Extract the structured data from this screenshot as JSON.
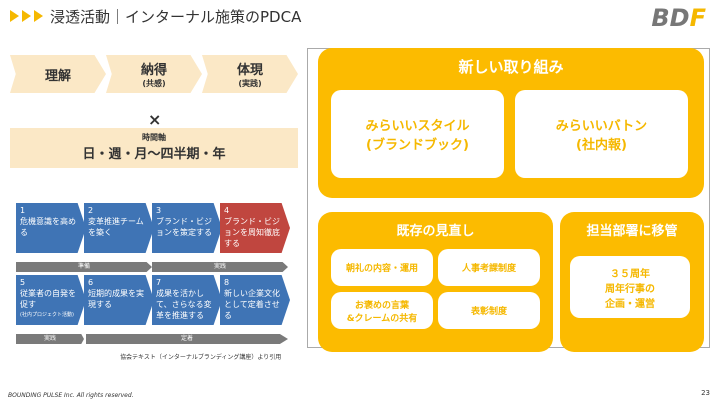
{
  "header": {
    "title": "浸透活動｜インターナル施策のPDCA",
    "logo": "BDF"
  },
  "process": [
    {
      "label": "理解",
      "sub": ""
    },
    {
      "label": "納得",
      "sub": "(共感)"
    },
    {
      "label": "体現",
      "sub": "(実践)"
    }
  ],
  "cross": "×",
  "timeline": {
    "label": "時間軸",
    "value": "日・週・月〜四半期・年"
  },
  "steps": [
    {
      "num": "1",
      "text": "危機意識を高める"
    },
    {
      "num": "2",
      "text": "変革推進チームを築く"
    },
    {
      "num": "3",
      "text": "ブランド・ビジョンを策定する"
    },
    {
      "num": "4",
      "text": "ブランド・ビジョンを周知徹底する"
    },
    {
      "num": "5",
      "text": "従業者の自発を促す",
      "note": "(社内プロジェクト活動)"
    },
    {
      "num": "6",
      "text": "短期的成果を実現する"
    },
    {
      "num": "7",
      "text": "成果を活かして、さらなる変革を推進する"
    },
    {
      "num": "8",
      "text": "新しい企業文化として定着させる"
    }
  ],
  "phases": {
    "r1a": "準備",
    "r1b": "実践",
    "r2a": "実践",
    "r2b": "定着"
  },
  "citation": "協会テキスト（インターナルブランディング講座）より引用",
  "new": {
    "title": "新しい取り組み",
    "cards": [
      "みらいいスタイル\n(ブランドブック)",
      "みらいいバトン\n(社内報)"
    ]
  },
  "review": {
    "title": "既存の見直し",
    "cards": [
      "朝礼の内容・運用",
      "人事考課制度",
      "お褒めの言葉\n&クレームの共有",
      "表彰制度"
    ]
  },
  "transfer": {
    "title": "担当部署に移管",
    "card": "３５周年\n周年行事の\n企画・運営"
  },
  "footer": {
    "copyright": "BOUNDING PULSE Inc.  All rights reserved.",
    "page": "23"
  },
  "colors": {
    "accent": "#fcbb00",
    "blue": "#3f74b5",
    "red": "#c0463f"
  }
}
